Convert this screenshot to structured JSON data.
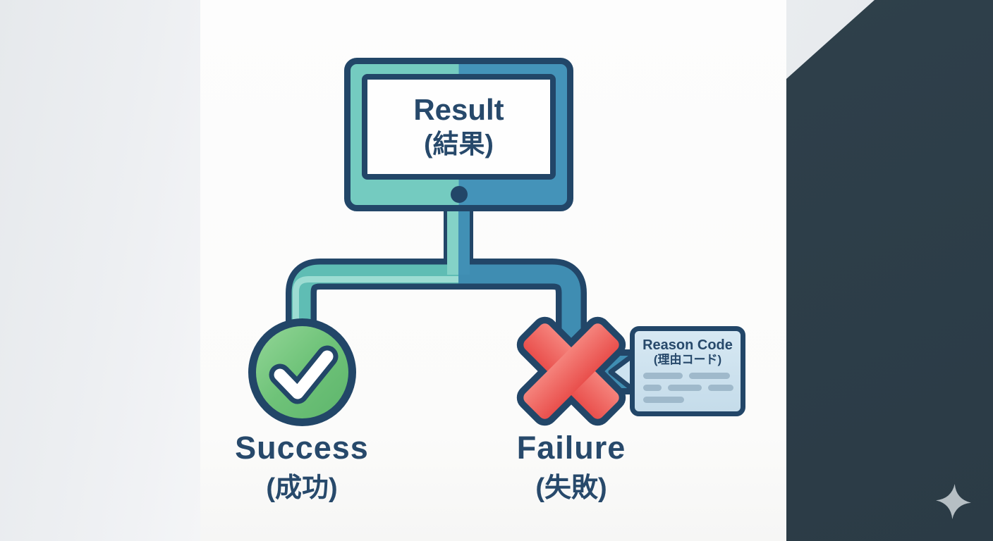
{
  "figure": {
    "kind": "illustrated-flowchart",
    "description_visible_text_only": true
  },
  "root_node": {
    "title": "Result",
    "subtitle": "(結果)"
  },
  "outcomes": {
    "success": {
      "title": "Success",
      "subtitle": "(成功)"
    },
    "failure": {
      "title": "Failure",
      "subtitle": "(失敗)"
    }
  },
  "callout": {
    "title": "Reason Code",
    "subtitle": "(理由コード)",
    "placeholder_line_rows": 3
  },
  "icons": {
    "root": "monitor-icon",
    "success": "check-circle-icon",
    "failure": "x-mark-icon",
    "decoration": "sparkle-icon"
  },
  "colors": {
    "navy_outline": "#224668",
    "text_navy": "#27496b",
    "teal": "#5fbdb4",
    "teal_light": "#9cdcd2",
    "monitor_bezel_teal": "#74cbc0",
    "monitor_bezel_blue": "#4493b9",
    "connector_blue": "#3f8db2",
    "success_green": "#6fc379",
    "failure_red": "#ee5f5a",
    "callout_fill": "#cde3f0",
    "callout_line": "#9fb9cb",
    "dark_corner": "#2e3f4a",
    "left_band": "#e9ebee",
    "sparkle": "#b6bfc4"
  }
}
